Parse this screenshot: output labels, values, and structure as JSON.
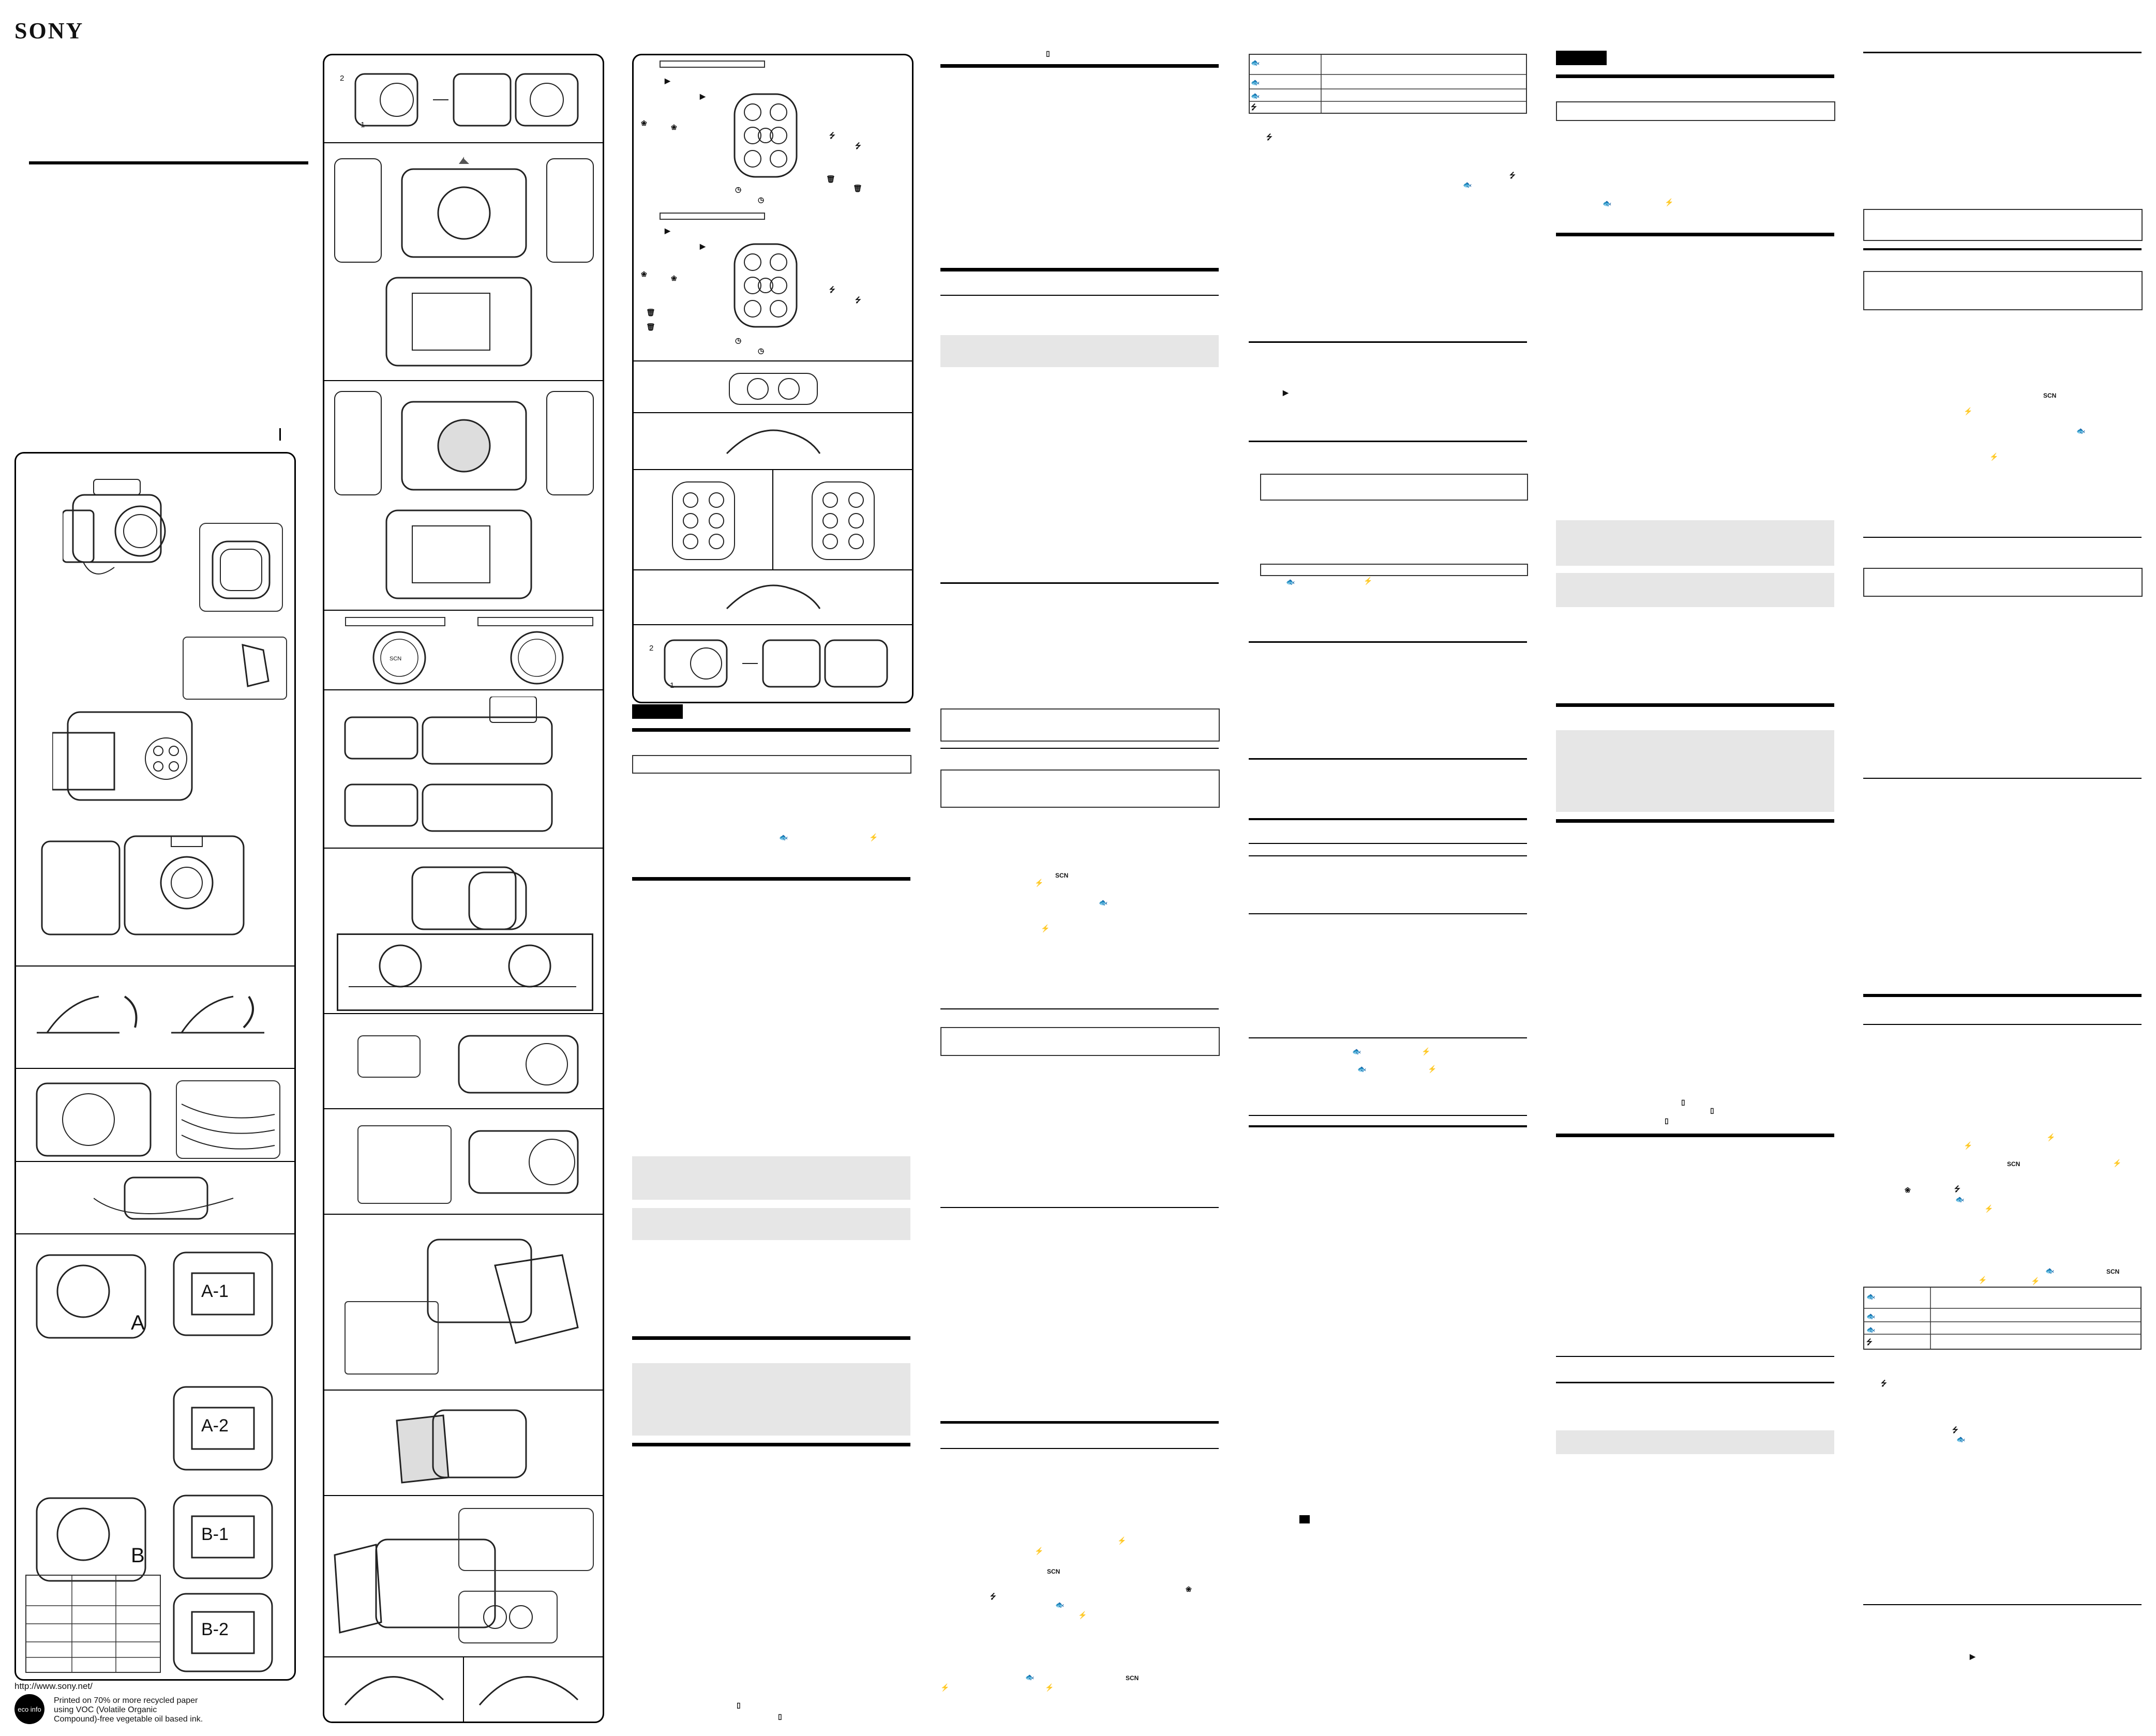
{
  "brand": {
    "logo": "SONY"
  },
  "footer": {
    "url": "http://www.sony.net/",
    "eco_badge": "eco info",
    "print_note": [
      "Printed on 70% or more recycled paper",
      "using VOC (Volatile Organic",
      "Compound)-free vegetable oil based ink."
    ]
  },
  "markers": {
    "letter_A": "A",
    "letter_B": "B",
    "tray_A1": "A-1",
    "tray_A2": "A-2",
    "tray_B1": "B-1",
    "tray_B2": "B-2",
    "scn": "SCN",
    "step_1": "1",
    "step_2": "2"
  },
  "icons": {
    "play": "play-icon",
    "macro": "tulip-icon",
    "flash": "flash-icon",
    "timer": "self-timer-icon",
    "trash": "trash-icon",
    "fish": "underwater-fish-icon",
    "hdr": "flash-hdr-icon"
  }
}
